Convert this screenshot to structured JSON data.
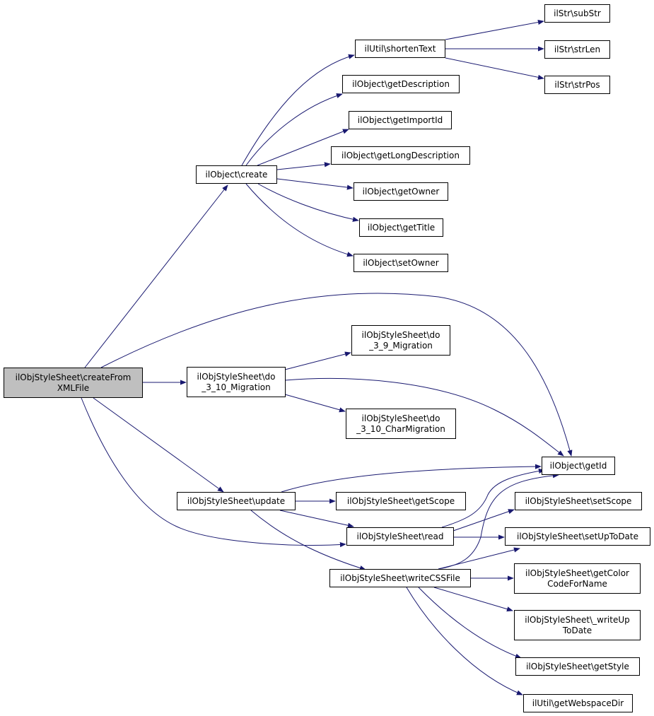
{
  "colors": {
    "edge": "#191970",
    "root_fill": "#bfbfbf",
    "node_fill": "#ffffff",
    "border": "#000000"
  },
  "nodes": {
    "root": [
      "ilObjStyleSheet\\createFrom",
      "XMLFile"
    ],
    "create": [
      "ilObject\\create"
    ],
    "shortenText": [
      "ilUtil\\shortenText"
    ],
    "subStr": [
      "ilStr\\subStr"
    ],
    "strLen": [
      "ilStr\\strLen"
    ],
    "strPos": [
      "ilStr\\strPos"
    ],
    "getDescription": [
      "ilObject\\getDescription"
    ],
    "getImportId": [
      "ilObject\\getImportId"
    ],
    "getLongDescription": [
      "ilObject\\getLongDescription"
    ],
    "getOwner": [
      "ilObject\\getOwner"
    ],
    "getTitle": [
      "ilObject\\getTitle"
    ],
    "setOwner": [
      "ilObject\\setOwner"
    ],
    "mig310": [
      "ilObjStyleSheet\\do",
      "_3_10_Migration"
    ],
    "mig39": [
      "ilObjStyleSheet\\do",
      "_3_9_Migration"
    ],
    "charMig": [
      "ilObjStyleSheet\\do",
      "_3_10_CharMigration"
    ],
    "getId": [
      "ilObject\\getId"
    ],
    "update": [
      "ilObjStyleSheet\\update"
    ],
    "getScope": [
      "ilObjStyleSheet\\getScope"
    ],
    "read": [
      "ilObjStyleSheet\\read"
    ],
    "setScope": [
      "ilObjStyleSheet\\setScope"
    ],
    "setUpToDate": [
      "ilObjStyleSheet\\setUpToDate"
    ],
    "writeCSS": [
      "ilObjStyleSheet\\writeCSSFile"
    ],
    "getColor": [
      "ilObjStyleSheet\\getColor",
      "CodeForName"
    ],
    "writeUp": [
      "ilObjStyleSheet\\_writeUp",
      "ToDate"
    ],
    "getStyle": [
      "ilObjStyleSheet\\getStyle"
    ],
    "webspace": [
      "ilUtil\\getWebspaceDir"
    ]
  }
}
